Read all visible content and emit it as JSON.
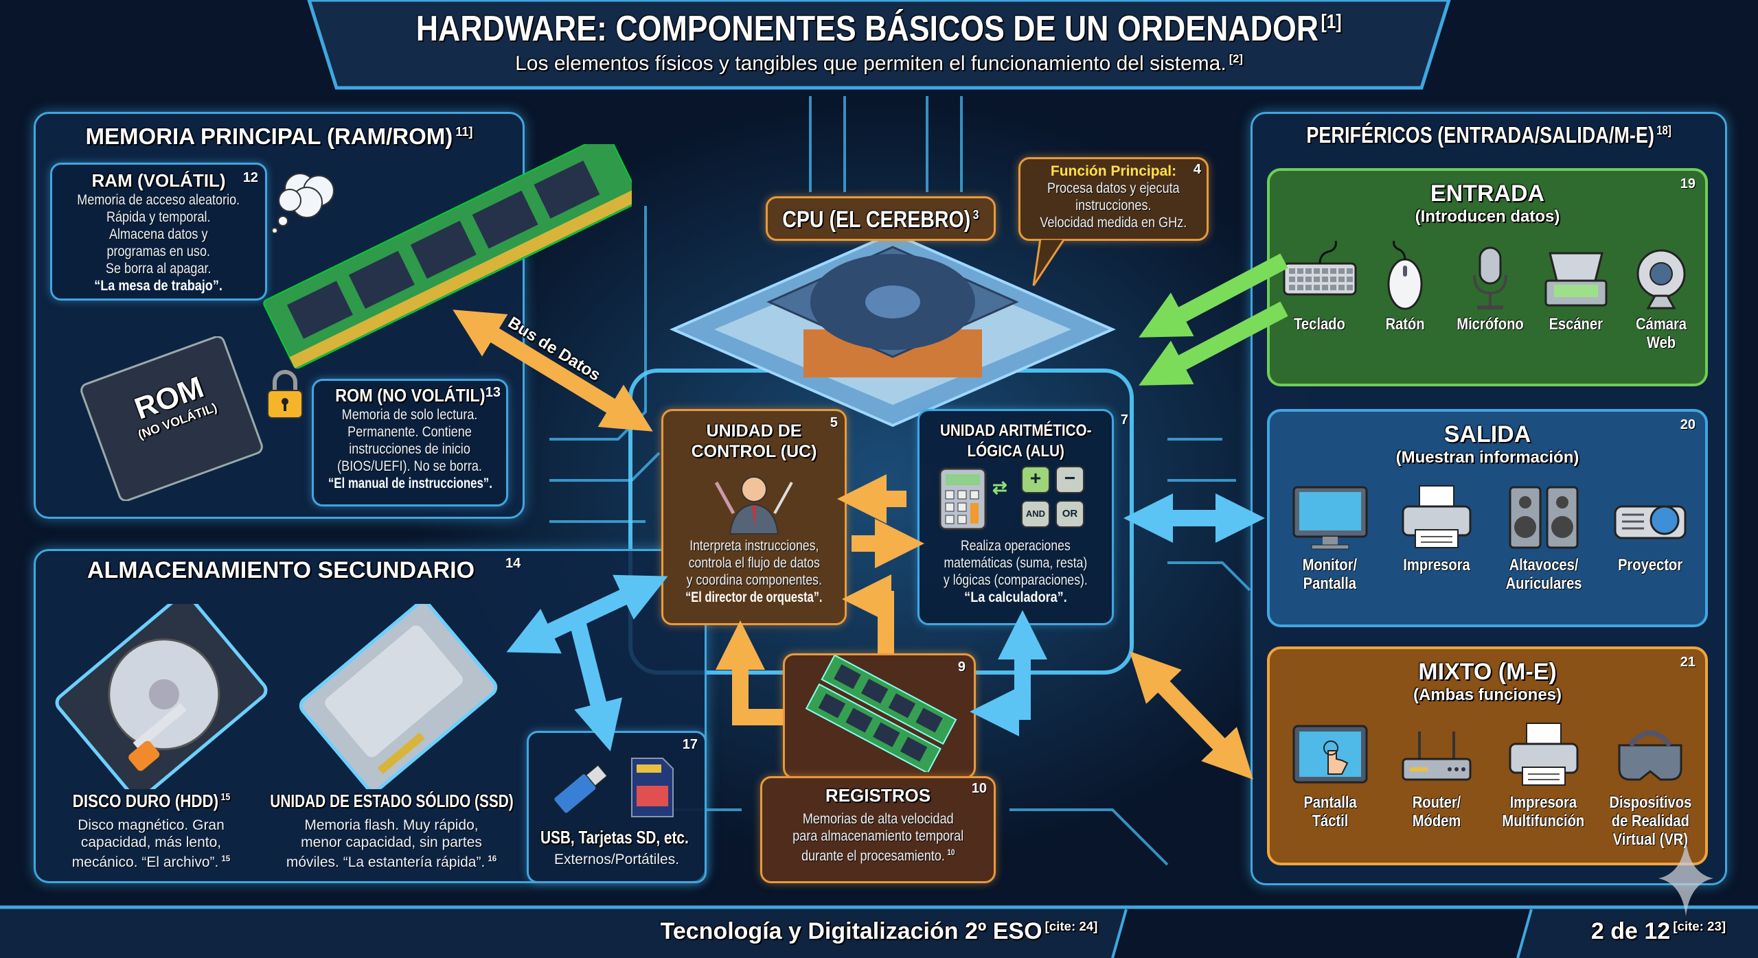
{
  "header": {
    "title": "HARDWARE: COMPONENTES BÁSICOS DE UN ORDENADOR",
    "title_cite": "[1]",
    "subtitle": "Los elementos físicos y tangibles que permiten el funcionamiento del sistema.",
    "subtitle_cite": "[2]"
  },
  "memoria": {
    "title": "MEMORIA PRINCIPAL (RAM/ROM)",
    "cite": "11]",
    "ram": {
      "title": "RAM (VOLÁTIL)",
      "cite": "12",
      "text": "Memoria de acceso aleatorio.\nRápida y temporal.\nAlmacena datos y\nprogramas en uso.\nSe borra al apagar.",
      "quote": "“La mesa de trabajo”."
    },
    "rom": {
      "title": "ROM (NO VOLÁTIL)",
      "cite": "13",
      "text": "Memoria de solo lectura.\nPermanente. Contiene\ninstrucciones de inicio\n(BIOS/UEFI). No se borra.",
      "quote": "“El manual de instrucciones”.",
      "chip_label": "ROM",
      "chip_sub": "(NO VOLÁTIL)"
    }
  },
  "bus_label": "Bus de Datos",
  "cpu": {
    "title": "CPU (EL CEREBRO)",
    "cite": "3",
    "function": {
      "label": "Función Principal:",
      "cite": "4",
      "text": "Procesa datos y ejecuta\ninstrucciones.\nVelocidad medida en GHz."
    },
    "uc": {
      "title": "UNIDAD DE\nCONTROL (UC)",
      "cite": "5",
      "text": "Interpreta instrucciones,\ncontrola el flujo de datos\ny coordina componentes.",
      "quote": "“El director de orquesta”."
    },
    "alu": {
      "title": "UNIDAD ARITMÉTICO-\nLÓGICA (ALU)",
      "cite": "7",
      "ops": [
        "+",
        "−",
        "AND",
        "OR"
      ],
      "text": "Realiza operaciones\nmatemáticas (suma, resta)\ny lógicas (comparaciones).",
      "quote": "“La calculadora”."
    },
    "registros": {
      "image_cite": "9",
      "title": "REGISTROS",
      "cite": "10",
      "text": "Memorias de alta velocidad\npara almacenamiento temporal\ndurante el procesamiento.",
      "text_cite": "10"
    }
  },
  "almacenamiento": {
    "title": "ALMACENAMIENTO SECUNDARIO",
    "cite": "14",
    "hdd": {
      "title": "DISCO DURO (HDD)",
      "cite": "15",
      "text": "Disco magnético. Gran\ncapacidad, más lento,\nmecánico. “El archivo”.",
      "text_cite": "15"
    },
    "ssd": {
      "title": "UNIDAD DE ESTADO SÓLIDO (SSD)",
      "text": "Memoria flash. Muy rápido,\nmenor capacidad, sin partes\nmóviles. “La estantería rápida”.",
      "text_cite": "16"
    },
    "usb": {
      "cite": "17",
      "title": "USB, Tarjetas SD, etc.",
      "text": "Externos/Portátiles."
    }
  },
  "perifericos": {
    "title": "PERIFÉRICOS (ENTRADA/SALIDA/M-E)",
    "cite": "18]",
    "entrada": {
      "title": "ENTRADA",
      "subtitle": "(Introducen datos)",
      "cite": "19",
      "color": "#2f6b2f",
      "devices": [
        {
          "label": "Teclado",
          "icon": "keyboard-icon"
        },
        {
          "label": "Ratón",
          "icon": "mouse-icon"
        },
        {
          "label": "Micrófono",
          "icon": "microphone-icon"
        },
        {
          "label": "Escáner",
          "icon": "scanner-icon"
        },
        {
          "label": "Cámara\nWeb",
          "icon": "webcam-icon"
        }
      ]
    },
    "salida": {
      "title": "SALIDA",
      "subtitle": "(Muestran información)",
      "cite": "20",
      "color": "#1c4f80",
      "devices": [
        {
          "label": "Monitor/\nPantalla",
          "icon": "monitor-icon"
        },
        {
          "label": "Impresora",
          "icon": "printer-icon"
        },
        {
          "label": "Altavoces/\nAuriculares",
          "icon": "speakers-icon"
        },
        {
          "label": "Proyector",
          "icon": "projector-icon"
        }
      ]
    },
    "mixto": {
      "title": "MIXTO (M-E)",
      "subtitle": "(Ambas funciones)",
      "cite": "21",
      "color": "#8a5216",
      "devices": [
        {
          "label": "Pantalla\nTáctil",
          "icon": "touchscreen-icon"
        },
        {
          "label": "Router/\nMódem",
          "icon": "router-icon"
        },
        {
          "label": "Impresora\nMultifunción",
          "icon": "printer-icon"
        },
        {
          "label": "Dispositivos\nde Realidad\nVirtual (VR)",
          "icon": "vr-headset-icon"
        }
      ]
    }
  },
  "footer": {
    "course": "Tecnología y Digitalización 2º ESO",
    "course_cite": "[cite: 24]",
    "page": "2 de 12",
    "page_cite": "[cite: 23]"
  },
  "colors": {
    "background": "#08152a",
    "blue_glow": "#3fa7e0",
    "orange": "#f0a53c",
    "green": "#7bdc5a",
    "panel_orange": "#5a3a1c"
  }
}
